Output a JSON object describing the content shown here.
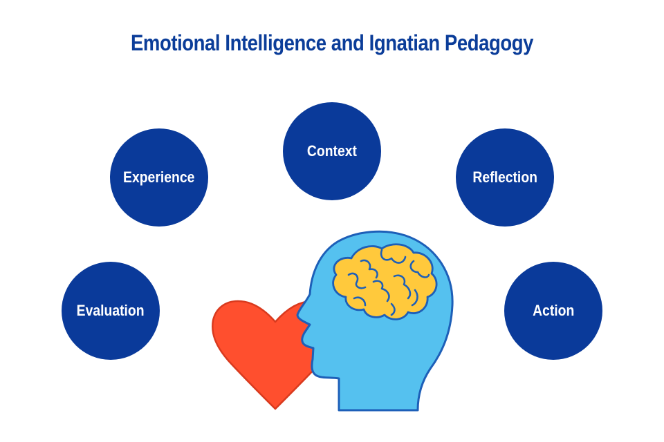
{
  "title": "Emotional Intelligence and Ignatian Pedagogy",
  "colors": {
    "title": "#0b3d99",
    "node_fill": "#0a3a9a",
    "node_text": "#ffffff",
    "heart_fill": "#ff4f2e",
    "heart_stroke": "#d93a1e",
    "head_fill": "#55c1ef",
    "head_stroke": "#1d5fb8",
    "brain_fill": "#ffc93c",
    "brain_stroke": "#1d5fb8"
  },
  "nodes": [
    {
      "id": "context",
      "label": "Context"
    },
    {
      "id": "experience",
      "label": "Experience"
    },
    {
      "id": "reflection",
      "label": "Reflection"
    },
    {
      "id": "evaluation",
      "label": "Evaluation"
    },
    {
      "id": "action",
      "label": "Action"
    }
  ],
  "illustration": {
    "icons": [
      "heart-icon",
      "head-icon",
      "brain-icon"
    ]
  }
}
